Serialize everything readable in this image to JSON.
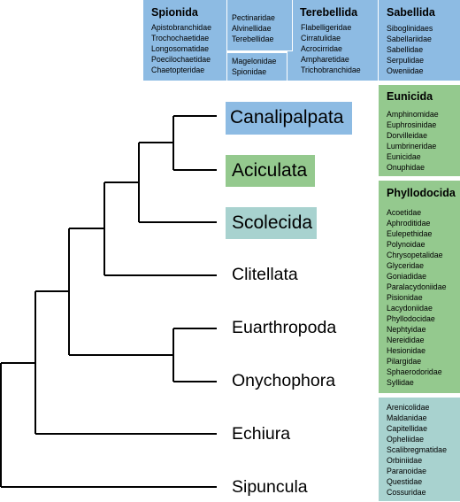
{
  "colors": {
    "canalipalpata_blue": "#8dbbe3",
    "aciculata_green": "#94c98e",
    "scolecida_teal": "#a8d2cf",
    "tree_line": "#000000"
  },
  "taxa": {
    "canalipalpata": "Canalipalpata",
    "aciculata": "Aciculata",
    "scolecida": "Scolecida",
    "clitellata": "Clitellata",
    "euarthropoda": "Euarthropoda",
    "onychophora": "Onychophora",
    "echiura": "Echiura",
    "sipuncula": "Sipuncula"
  },
  "boxes": {
    "spionida": {
      "title": "Spionida",
      "families": [
        "Apistobranchidae",
        "Trochochaetidae",
        "Longosomatidae",
        "Poecilochaetidae",
        "Chaetopteridae"
      ]
    },
    "middle_upper": {
      "families": [
        "Pectinaridae",
        "Alvinellidae",
        "Terebellidae"
      ]
    },
    "middle_lower": {
      "families": [
        "Magelonidae",
        "Spionidae"
      ]
    },
    "terebellida": {
      "title": "Terebellida",
      "families": [
        "Flabelligeridae",
        "Cirratulidae",
        "Acrocirridae",
        "Ampharetidae",
        "Trichobranchidae"
      ]
    },
    "sabellida": {
      "title": "Sabellida",
      "families": [
        "Siboglinidaes",
        "Sabellariidae",
        "Sabellidae",
        "Serpulidae",
        "Oweniidae"
      ]
    },
    "eunicida": {
      "title": "Eunicida",
      "families": [
        "Amphinomidae",
        "Euphrosinidae",
        "Dorvilleidae",
        "Lumbrineridae",
        "Eunicidae",
        "Onuphidae"
      ]
    },
    "phyllodocida": {
      "title": "Phyllodocida",
      "families": [
        "Acoetidae",
        "Aphroditidae",
        "Eulepethidae",
        "Polynoidae",
        "Chrysopetalidae",
        "Glyceridae",
        "Goniadidae",
        "Paralacydoniidae",
        "Pisionidae",
        "Lacydoniidae",
        "Phyllodocidae",
        "Nephtyidae",
        "Nereididae",
        "Hesionidae",
        "Pilargidae",
        "Sphaerodoridae",
        "Syllidae"
      ]
    },
    "scolecida_families": {
      "families": [
        "Arenicolidae",
        "Maldanidae",
        "Capitellidae",
        "Opheliidae",
        "Scalibregmatidae",
        "Orbiniidae",
        "Paranoidae",
        "Questidae",
        "Cossuridae"
      ]
    }
  }
}
